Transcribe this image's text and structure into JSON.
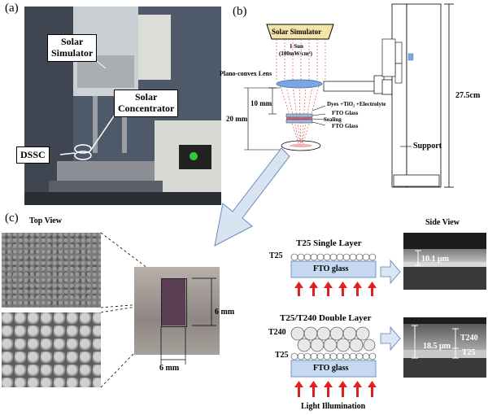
{
  "panel_a": {
    "label": "(a)",
    "callouts": {
      "solar_simulator": "Solar\nSimulator",
      "solar_concentrator": "Solar\nConcentrator",
      "dssc": "DSSC"
    }
  },
  "panel_b": {
    "label": "(b)",
    "simulator": "Solar Simulator",
    "sun": "1 Sun",
    "power": "(100mW/cm²)",
    "lens": "Plano-convex Lens",
    "dist_10": "10 mm",
    "dist_20": "20 mm",
    "layers": [
      "Dyes +TiO₂ +Electrolyte",
      "FTO Glass",
      "Sealing",
      "FTO Glass"
    ],
    "support": "Support",
    "height": "27.5cm"
  },
  "panel_c": {
    "label": "(c)",
    "top_view": "Top View",
    "side_view": "Side View",
    "dim_h": "6 mm",
    "dim_w": "6 mm",
    "single_title": "T25 Single Layer",
    "double_title": "T25/T240 Double Layer",
    "t25": "T25",
    "t240": "T240",
    "fto": "FTO glass",
    "thick_single": "10.1 μm",
    "thick_double": "18.5 μm",
    "side_t240": "T240",
    "side_t25": "T25",
    "illumination": "Light Illumination"
  },
  "colors": {
    "fto_fill": "#c6d9f1",
    "fto_stroke": "#5b7fb5",
    "arrow_red": "#e02020",
    "lens_blue": "#7aa7e0",
    "simulator_tan": "#f4e4a8"
  }
}
